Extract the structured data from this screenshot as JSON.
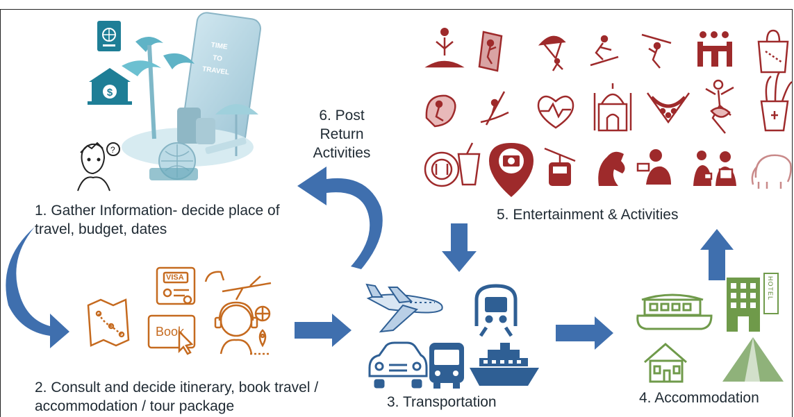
{
  "steps": {
    "step1": "1. Gather Information- decide place of travel, budget, dates",
    "step2": "2. Consult and decide itinerary, book travel / accommodation / tour package",
    "step3": "3. Transportation",
    "step4": "4. Accommodation",
    "step5": "5. Entertainment & Activities",
    "step6": "6. Post Return Activities"
  },
  "icon_text": {
    "book": "Book",
    "visa": "VISA",
    "hotel": "HOTEL",
    "time_to_travel": "TIME TO TRAVEL"
  },
  "colors": {
    "arrow": "#3f6fae",
    "planning": "#c56a1f",
    "transport": "#2f5f94",
    "accommodation": "#6f9a4a",
    "activities": "#9e2a2b",
    "teal": "#3a9eb3"
  },
  "icons": {
    "info_gathering": [
      "passport-icon",
      "bank-money-icon",
      "thinking-person-icon",
      "phone-travel-illustration"
    ],
    "planning": [
      "map-route-icon",
      "visa-card-icon",
      "book-button-icon",
      "travel-agent-icon"
    ],
    "transportation": [
      "airplane-icon",
      "train-icon",
      "car-icon",
      "bus-icon",
      "cruise-ship-icon"
    ],
    "accommodation": [
      "houseboat-icon",
      "hotel-building-icon",
      "house-icon",
      "tent-icon"
    ],
    "activities": [
      "yoga-icon",
      "rock-climbing-icon",
      "paragliding-icon",
      "skiing-icon",
      "zipline-icon",
      "meeting-icon",
      "shopping-bag-icon",
      "surfing-icon",
      "kayaking-icon",
      "health-icon",
      "taj-mahal-icon",
      "boat-race-icon",
      "dancer-icon",
      "pot-plant-icon",
      "food-drink-icon",
      "camera-location-icon",
      "cable-car-icon",
      "horse-icon",
      "photographer-icon",
      "tourists-icon",
      "elephant-icon"
    ]
  }
}
